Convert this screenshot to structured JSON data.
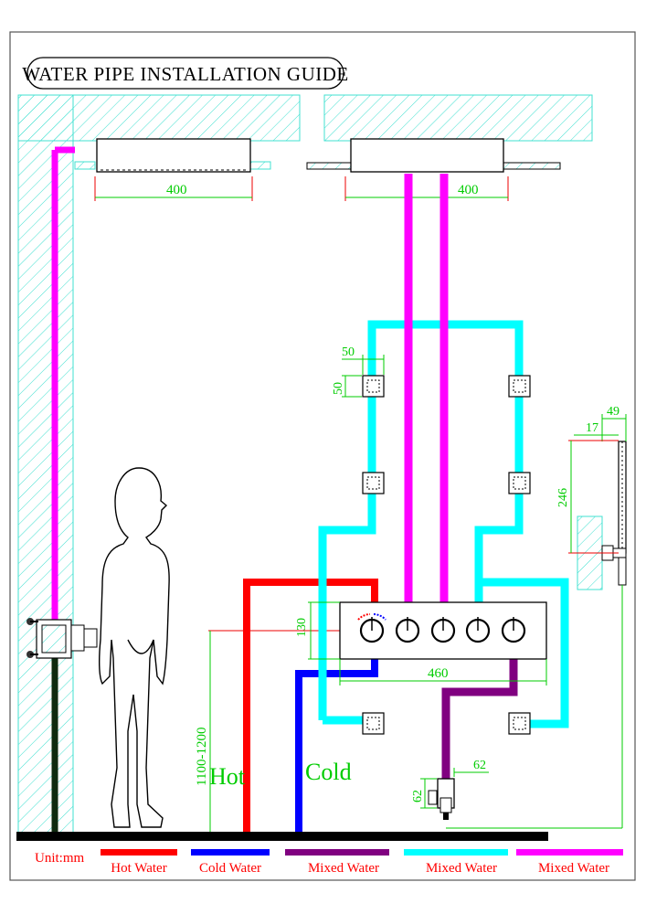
{
  "title": "WATER PIPE INSTALLATION GUIDE",
  "dimensions": {
    "left_shower_width": "400",
    "right_shower_width": "400",
    "jet_size_h": "50",
    "jet_size_v": "50",
    "valve_height": "130",
    "valve_width": "460",
    "valve_mount_height": "1100-1200",
    "outlet_size_h": "62",
    "outlet_size_v": "62",
    "handshower_offset": "17",
    "handshower_depth": "49",
    "handshower_height": "246"
  },
  "labels": {
    "hot": "Hot",
    "cold": "Cold"
  },
  "legend": {
    "unit": "Unit:mm",
    "items": [
      {
        "label": "Hot Water",
        "color": "#ff0000"
      },
      {
        "label": "Cold Water",
        "color": "#0000ff"
      },
      {
        "label": "Mixed Water",
        "color": "#800080"
      },
      {
        "label": "Mixed Water",
        "color": "#00ffff"
      },
      {
        "label": "Mixed Water",
        "color": "#ff00ff"
      }
    ]
  },
  "colors": {
    "hot": "#ff0000",
    "cold": "#0000ff",
    "purple": "#800080",
    "cyan": "#00ffff",
    "magenta": "#ff00ff",
    "dimension": "#00cc00",
    "hatch": "#40e0d0"
  }
}
